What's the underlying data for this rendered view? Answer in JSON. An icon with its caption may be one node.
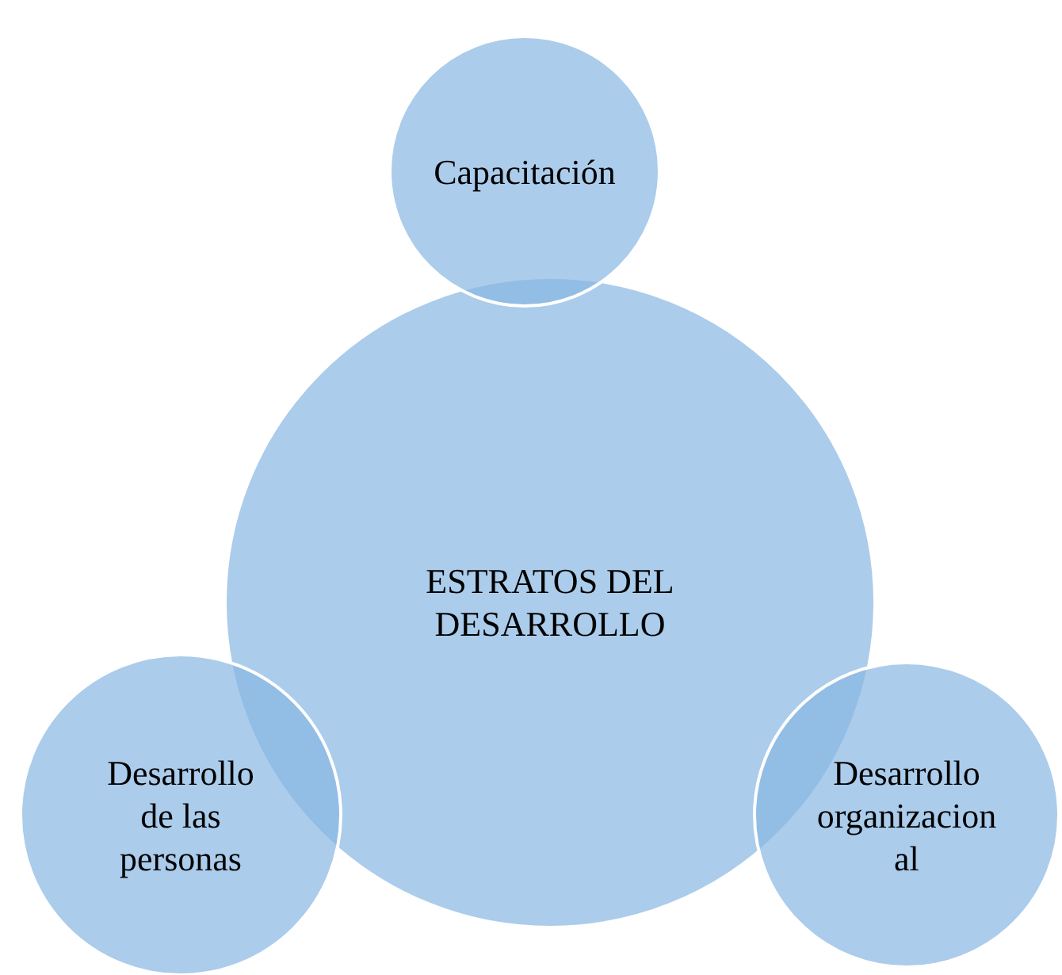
{
  "diagram": {
    "nodes": [
      {
        "text": [
          "Capacitación"
        ]
      },
      {
        "text": [
          "ESTRATOS DEL DESARROLLO"
        ]
      },
      {
        "text": [
          "Desarrollo de las personas"
        ]
      },
      {
        "text": [
          "Desarrollo organizacional"
        ]
      }
    ]
  }
}
